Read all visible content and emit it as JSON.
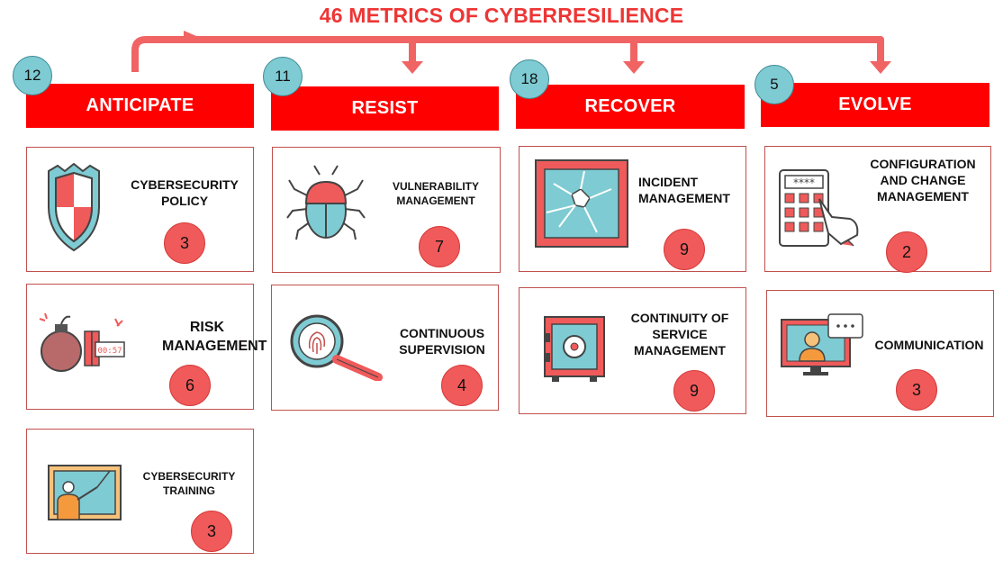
{
  "title": "46 METRICS OF CYBERRESILIENCE",
  "colors": {
    "accent": "#ff0000",
    "title": "#ee3535",
    "bubble": "#7ecbd3",
    "count": "#f15a5a"
  },
  "columns": [
    {
      "header": "ANTICIPATE",
      "total": "12",
      "cards": [
        {
          "label": "CYBERSECURITY\nPOLICY",
          "count": "3",
          "icon": "shield-icon"
        },
        {
          "label": "RISK\nMANAGEMENT",
          "count": "6",
          "icon": "bomb-icon"
        },
        {
          "label": "CYBERSECURITY\nTRAINING",
          "count": "3",
          "icon": "teacher-board-icon"
        }
      ]
    },
    {
      "header": "RESIST",
      "total": "11",
      "cards": [
        {
          "label": "VULNERABILITY\nMANAGEMENT",
          "count": "7",
          "icon": "bug-icon"
        },
        {
          "label": "CONTINUOUS\nSUPERVISION",
          "count": "4",
          "icon": "fingerprint-magnifier-icon"
        }
      ]
    },
    {
      "header": "RECOVER",
      "total": "18",
      "cards": [
        {
          "label": "INCIDENT\nMANAGEMENT",
          "count": "9",
          "icon": "broken-glass-icon"
        },
        {
          "label": "CONTINUITY OF\nSERVICE\nMANAGEMENT",
          "count": "9",
          "icon": "safe-icon"
        }
      ]
    },
    {
      "header": "EVOLVE",
      "total": "5",
      "cards": [
        {
          "label": "CONFIGURATION\nAND CHANGE\nMANAGEMENT",
          "count": "2",
          "icon": "keypad-icon"
        },
        {
          "label": "COMMUNICATION",
          "count": "3",
          "icon": "video-call-icon"
        }
      ]
    }
  ]
}
